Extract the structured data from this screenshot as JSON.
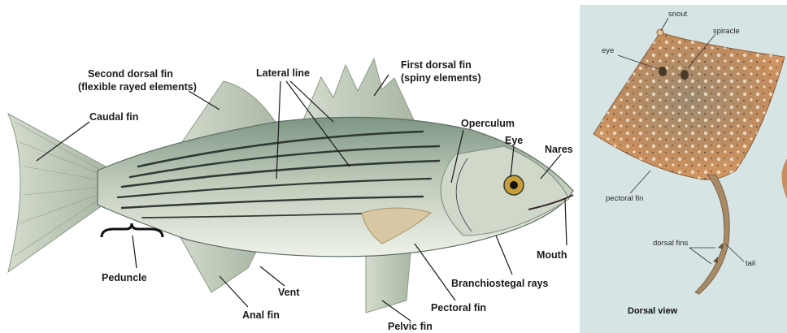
{
  "colors": {
    "fish_body": "#b9c6b4",
    "fish_back": "#6f8a7c",
    "fish_belly": "#e8ece2",
    "stripe": "#2f3a34",
    "fin": "#c9d2c4",
    "ray_panel": "#d9e6e8",
    "ray_body": "#c98e5c",
    "ray_spots": "#f0e6d2"
  },
  "fish": {
    "labels": {
      "caudal_fin": "Caudal fin",
      "second_dorsal_line1": "Second dorsal fin",
      "second_dorsal_line2": "(flexible rayed elements)",
      "lateral_line": "Lateral line",
      "first_dorsal_line1": "First dorsal fin",
      "first_dorsal_line2": "(spiny elements)",
      "operculum": "Operculum",
      "eye": "Eye",
      "nares": "Nares",
      "mouth": "Mouth",
      "branchiostegal": "Branchiostegal rays",
      "peduncle": "Peduncle",
      "vent": "Vent",
      "anal_fin": "Anal fin",
      "pectoral_fin": "Pectoral fin",
      "pelvic_fin": "Pelvic fin"
    }
  },
  "ray": {
    "labels": {
      "snout": "snout",
      "spiracle": "spiracle",
      "eye": "eye",
      "pectoral_fin": "pectoral fin",
      "dorsal_fins": "dorsal fins",
      "tail": "tail",
      "view": "Dorsal view"
    }
  }
}
